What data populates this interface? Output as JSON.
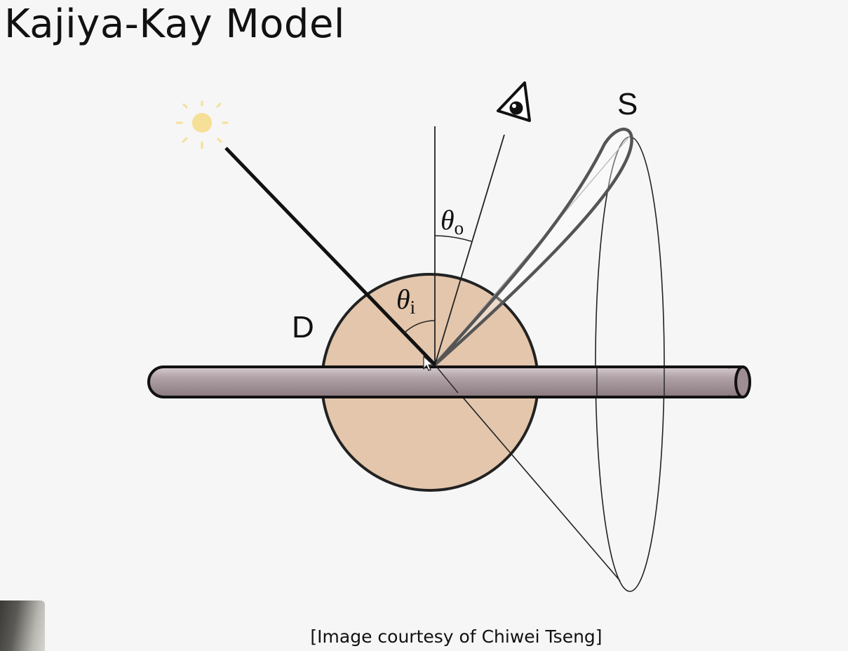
{
  "slide": {
    "title": "Kajiya-Kay Model",
    "caption": "[Image courtesy of Chiwei Tseng]"
  },
  "diagram": {
    "label_S": "S",
    "label_D": "D",
    "theta_symbol": "θ",
    "sub_o": "o",
    "sub_i": "i",
    "icons": [
      "sun-icon",
      "eye-icon",
      "mouse-cursor-icon"
    ],
    "colors": {
      "diffuse_sphere": "#e3c6ac",
      "fiber_cylinder": "#a59398",
      "sun": "#f6df96",
      "stroke": "#111111"
    }
  }
}
